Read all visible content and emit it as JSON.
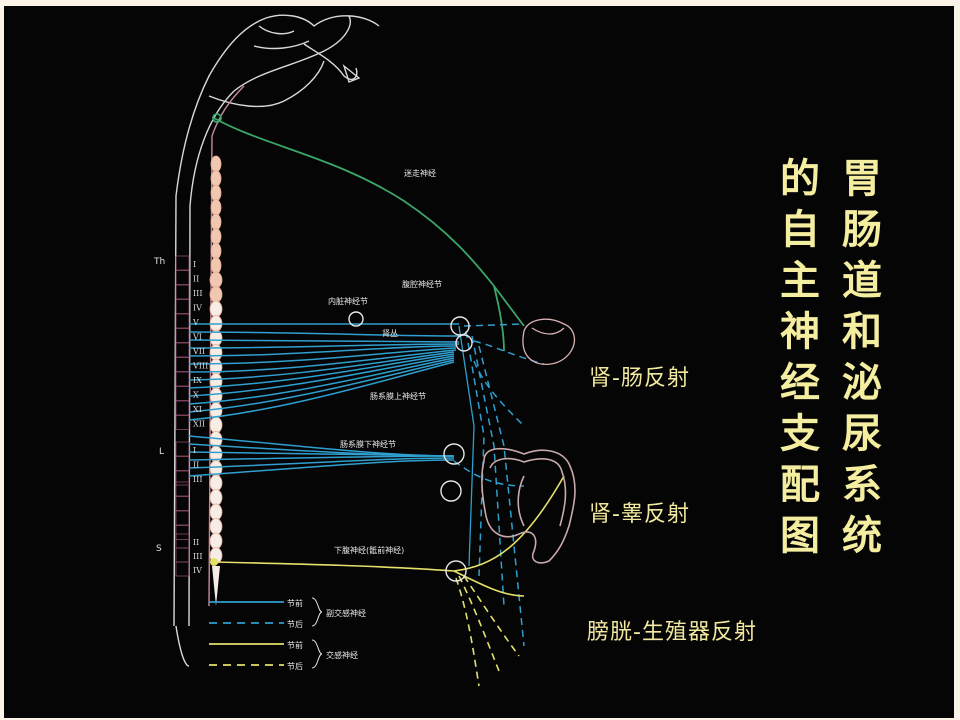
{
  "title": {
    "column_1": [
      "胃",
      "肠",
      "道",
      "和",
      "泌",
      "尿",
      "系",
      "统"
    ],
    "column_2": [
      "的",
      "自",
      "主",
      "神",
      "经",
      "支",
      "配",
      "图"
    ]
  },
  "reflexes": {
    "renal_intestinal": "肾-肠反射",
    "renal_testicular": "肾-睾反射",
    "bladder_genital": "膀胱-生殖器反射"
  },
  "nerves": {
    "vagus": "迷走神经",
    "celiac_ganglion": "腹腔神经节",
    "splanchnic_ganglion": "内脏神经节",
    "renal_plexus": "肾丛",
    "superior_mesenteric_ganglion": "肠系膜上神经节",
    "inferior_mesenteric_ganglion": "肠系膜下神经节",
    "hypogastric_nerve": "下腹神经(骶前神经)"
  },
  "spinal_regions": {
    "thoracic": "Th",
    "lumbar": "L",
    "sacral": "S"
  },
  "thoracic_segments": [
    "I",
    "II",
    "III",
    "IV",
    "V",
    "VI",
    "VII",
    "VIII",
    "IX",
    "X",
    "XI",
    "XII"
  ],
  "lumbar_segments": [
    "I",
    "II",
    "III"
  ],
  "sacral_segments": [
    "II",
    "III",
    "IV"
  ],
  "legend": {
    "pre": "节前",
    "post": "节后",
    "parasympathetic": "副交感神经",
    "sympathetic": "交感神经"
  },
  "colors": {
    "parasympathetic": "#2f9fcf",
    "sympathetic": "#e5e06a",
    "vagus": "#3aa66a",
    "spinal_cord": "#f3d8c4",
    "title": "#f5eea0",
    "background": "#050505"
  }
}
